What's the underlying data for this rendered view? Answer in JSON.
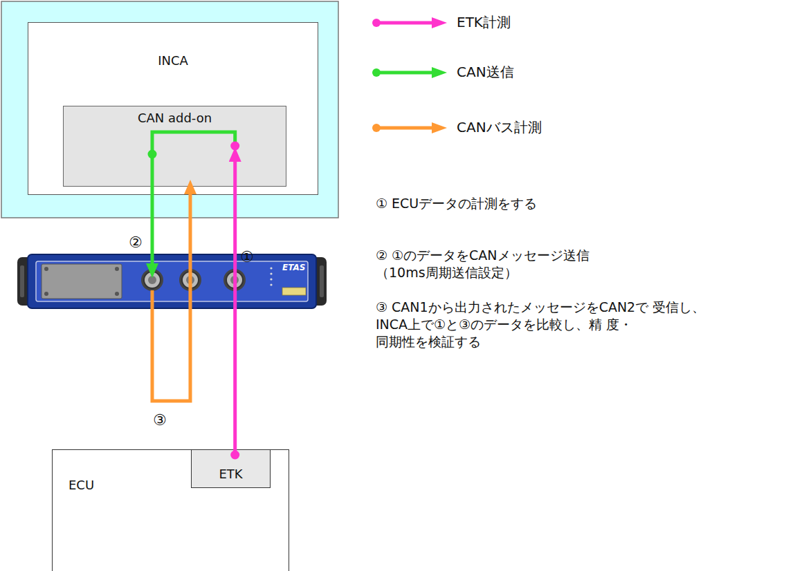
{
  "diagram": {
    "nodes": [
      {
        "text": [
          "INCA"
        ]
      },
      {
        "text": [
          "CAN add-on"
        ],
        "in": 0
      },
      {
        "text": [
          "ETAS"
        ]
      },
      {
        "text": [
          "ECU"
        ]
      },
      {
        "text": [
          "ETK"
        ],
        "in": 3
      }
    ],
    "edges": [
      {
        "from": 4,
        "to": 1,
        "arrow": "to"
      },
      {
        "from": 1,
        "to": 2,
        "arrow": "to"
      },
      {
        "from": 2,
        "to": 1,
        "arrow": "to"
      }
    ],
    "labels": [
      "②",
      "①",
      "③",
      "① ECUデータの計測をする",
      "② ①のデータをCANメッセージ送信 （10ms周期送信設定）",
      "③ CAN1から出力されたメッセージをCAN2で 受信し、INCA上で①と③のデータを比較し、精 度・同期性を検証する"
    ],
    "legend": [
      {
        "text": "ETK計測"
      },
      {
        "text": "CAN送信"
      },
      {
        "text": "CANバス計測"
      }
    ]
  }
}
